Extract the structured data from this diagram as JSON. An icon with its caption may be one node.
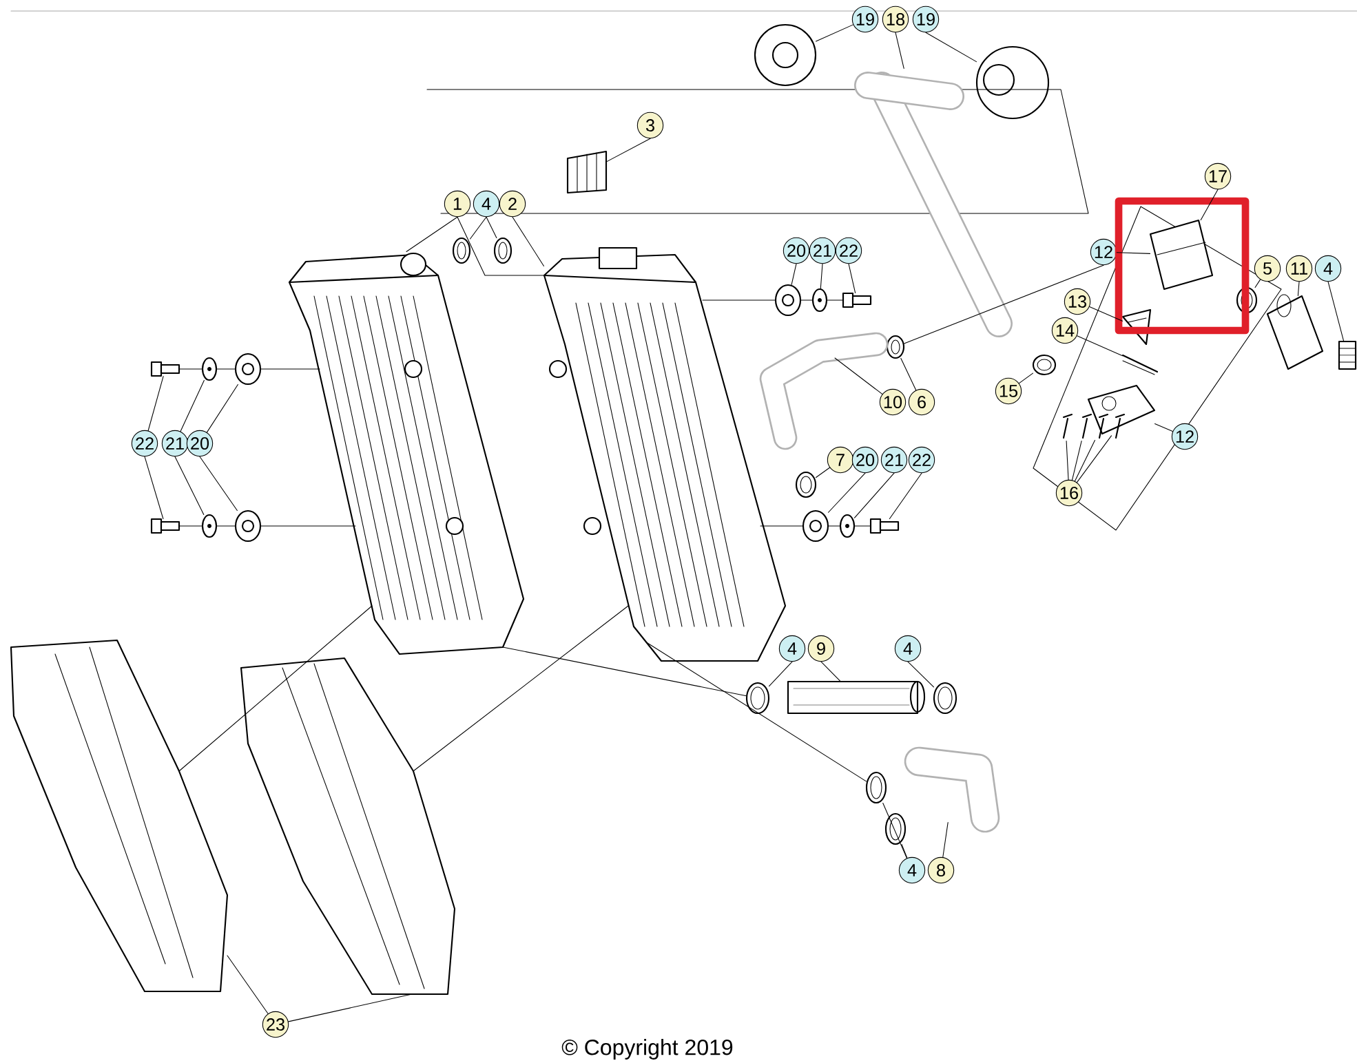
{
  "diagram": {
    "nodes": [
      {
        "text": [
          "19"
        ]
      },
      {
        "text": [
          "18"
        ]
      },
      {
        "text": [
          "19"
        ]
      },
      {
        "text": [
          "3"
        ]
      },
      {
        "text": [
          "1"
        ]
      },
      {
        "text": [
          "4"
        ]
      },
      {
        "text": [
          "2"
        ]
      },
      {
        "text": [
          "20"
        ]
      },
      {
        "text": [
          "21"
        ]
      },
      {
        "text": [
          "22"
        ]
      },
      {
        "text": [
          "12"
        ]
      },
      {
        "text": [
          "17"
        ]
      },
      {
        "text": [
          "5"
        ]
      },
      {
        "text": [
          "11"
        ]
      },
      {
        "text": [
          "4"
        ]
      },
      {
        "text": [
          "13"
        ]
      },
      {
        "text": [
          "14"
        ]
      },
      {
        "text": [
          "15"
        ]
      },
      {
        "text": [
          "12"
        ]
      },
      {
        "text": [
          "16"
        ]
      },
      {
        "text": [
          "22"
        ]
      },
      {
        "text": [
          "21"
        ]
      },
      {
        "text": [
          "20"
        ]
      },
      {
        "text": [
          "10"
        ]
      },
      {
        "text": [
          "6"
        ]
      },
      {
        "text": [
          "7"
        ]
      },
      {
        "text": [
          "20"
        ]
      },
      {
        "text": [
          "21"
        ]
      },
      {
        "text": [
          "22"
        ]
      },
      {
        "text": [
          "4"
        ]
      },
      {
        "text": [
          "9"
        ]
      },
      {
        "text": [
          "4"
        ]
      },
      {
        "text": [
          "4"
        ]
      },
      {
        "text": [
          "8"
        ]
      },
      {
        "text": [
          "23"
        ]
      },
      {
        "text": [],
        "shape": "picture"
      },
      {
        "text": [],
        "shape": "picture"
      },
      {
        "text": [],
        "shape": "picture"
      },
      {
        "text": [],
        "shape": "picture"
      },
      {
        "text": [],
        "shape": "picture"
      },
      {
        "text": [],
        "shape": "picture"
      },
      {
        "text": [],
        "shape": "picture"
      },
      {
        "text": [],
        "shape": "picture"
      },
      {
        "text": [],
        "shape": "picture"
      },
      {
        "text": [],
        "shape": "picture"
      },
      {
        "text": [],
        "shape": "picture"
      },
      {
        "text": [],
        "shape": "picture"
      },
      {
        "text": [],
        "shape": "picture"
      },
      {
        "text": [],
        "shape": "picture"
      },
      {
        "text": [],
        "shape": "picture"
      },
      {
        "text": [],
        "shape": "picture"
      },
      {
        "text": [],
        "shape": "picture"
      },
      {
        "text": [],
        "shape": "picture"
      },
      {
        "text": [],
        "shape": "picture"
      },
      {
        "text": [],
        "shape": "picture"
      },
      {
        "text": [],
        "shape": "picture"
      },
      {
        "text": [],
        "shape": "picture"
      },
      {
        "text": [],
        "shape": "picture"
      },
      {
        "text": [],
        "shape": "picture"
      },
      {
        "text": [],
        "shape": "picture"
      },
      {
        "text": [],
        "shape": "picture"
      },
      {
        "text": [],
        "shape": "picture"
      },
      {
        "text": [],
        "shape": "picture"
      },
      {
        "text": [],
        "shape": "picture"
      },
      {
        "text": [],
        "shape": "picture"
      },
      {
        "text": [],
        "shape": "picture"
      },
      {
        "text": [],
        "shape": "picture"
      },
      {
        "text": [],
        "shape": "picture"
      },
      {
        "text": [],
        "shape": "picture"
      },
      {
        "text": [],
        "shape": "picture"
      },
      {
        "text": [],
        "shape": "picture"
      },
      {
        "text": [],
        "shape": "picture"
      },
      {
        "text": [],
        "shape": "picture"
      },
      {
        "text": [],
        "shape": "picture"
      },
      {
        "text": [],
        "shape": "picture"
      },
      {
        "text": [],
        "shape": "picture"
      },
      {
        "text": [],
        "shape": "picture"
      },
      {
        "text": [],
        "shape": "picture"
      }
    ],
    "edges": [
      {
        "from": 0,
        "to": 35,
        "arrow": "none"
      },
      {
        "from": 1,
        "to": 36,
        "arrow": "none"
      },
      {
        "from": 2,
        "to": 37,
        "arrow": "none"
      },
      {
        "from": 3,
        "to": 38,
        "arrow": "none"
      },
      {
        "from": 4,
        "to": 39,
        "arrow": "none"
      },
      {
        "from": 5,
        "to": 40,
        "arrow": "none"
      },
      {
        "from": 5,
        "to": 41,
        "arrow": "none"
      },
      {
        "from": 6,
        "to": 42,
        "arrow": "none"
      },
      {
        "from": 7,
        "to": 43,
        "arrow": "none"
      },
      {
        "from": 8,
        "to": 44,
        "arrow": "none"
      },
      {
        "from": 9,
        "to": 45,
        "arrow": "none"
      },
      {
        "from": 10,
        "to": 46,
        "arrow": "none"
      },
      {
        "from": 10,
        "to": 48,
        "arrow": "none"
      },
      {
        "from": 11,
        "to": 48,
        "arrow": "none"
      },
      {
        "from": 12,
        "to": 49,
        "arrow": "none"
      },
      {
        "from": 13,
        "to": 50,
        "arrow": "none"
      },
      {
        "from": 14,
        "to": 51,
        "arrow": "none"
      },
      {
        "from": 15,
        "to": 52,
        "arrow": "none"
      },
      {
        "from": 16,
        "to": 53,
        "arrow": "none"
      },
      {
        "from": 17,
        "to": 54,
        "arrow": "none"
      },
      {
        "from": 18,
        "to": 55,
        "arrow": "none"
      },
      {
        "from": 19,
        "to": 56,
        "arrow": "none"
      },
      {
        "from": 19,
        "to": 57,
        "arrow": "none"
      },
      {
        "from": 19,
        "to": 58,
        "arrow": "none"
      },
      {
        "from": 19,
        "to": 59,
        "arrow": "none"
      },
      {
        "from": 20,
        "to": 60,
        "arrow": "none"
      },
      {
        "from": 20,
        "to": 63,
        "arrow": "none"
      },
      {
        "from": 21,
        "to": 61,
        "arrow": "none"
      },
      {
        "from": 21,
        "to": 64,
        "arrow": "none"
      },
      {
        "from": 22,
        "to": 62,
        "arrow": "none"
      },
      {
        "from": 22,
        "to": 65,
        "arrow": "none"
      },
      {
        "from": 23,
        "to": 47,
        "arrow": "none"
      },
      {
        "from": 24,
        "to": 46,
        "arrow": "none"
      },
      {
        "from": 25,
        "to": 66,
        "arrow": "none"
      },
      {
        "from": 26,
        "to": 67,
        "arrow": "none"
      },
      {
        "from": 27,
        "to": 68,
        "arrow": "none"
      },
      {
        "from": 28,
        "to": 69,
        "arrow": "none"
      },
      {
        "from": 29,
        "to": 70,
        "arrow": "none"
      },
      {
        "from": 30,
        "to": 71,
        "arrow": "none"
      },
      {
        "from": 31,
        "to": 72,
        "arrow": "none"
      },
      {
        "from": 32,
        "to": 73,
        "arrow": "none"
      },
      {
        "from": 32,
        "to": 74,
        "arrow": "none"
      },
      {
        "from": 33,
        "to": 75,
        "arrow": "none"
      },
      {
        "from": 34,
        "to": 76,
        "arrow": "none"
      },
      {
        "from": 34,
        "to": 77,
        "arrow": "none"
      },
      {
        "from": 60,
        "to": 61,
        "arrow": "none"
      },
      {
        "from": 61,
        "to": 62,
        "arrow": "none"
      },
      {
        "from": 62,
        "to": 39,
        "arrow": "none"
      },
      {
        "from": 63,
        "to": 64,
        "arrow": "none"
      },
      {
        "from": 64,
        "to": 65,
        "arrow": "none"
      },
      {
        "from": 65,
        "to": 39,
        "arrow": "none"
      },
      {
        "from": 45,
        "to": 44,
        "arrow": "none"
      },
      {
        "from": 44,
        "to": 43,
        "arrow": "none"
      },
      {
        "from": 43,
        "to": 42,
        "arrow": "none"
      },
      {
        "from": 69,
        "to": 68,
        "arrow": "none"
      },
      {
        "from": 68,
        "to": 67,
        "arrow": "none"
      },
      {
        "from": 67,
        "to": 42,
        "arrow": "none"
      },
      {
        "from": 39,
        "to": 70,
        "arrow": "none"
      },
      {
        "from": 42,
        "to": 73,
        "arrow": "none"
      },
      {
        "from": 76,
        "to": 39,
        "arrow": "none"
      },
      {
        "from": 77,
        "to": 42,
        "arrow": "none"
      },
      {
        "from": 4,
        "to": 42,
        "arrow": "none"
      }
    ],
    "labels": [
      "© Copyright 2019"
    ]
  }
}
